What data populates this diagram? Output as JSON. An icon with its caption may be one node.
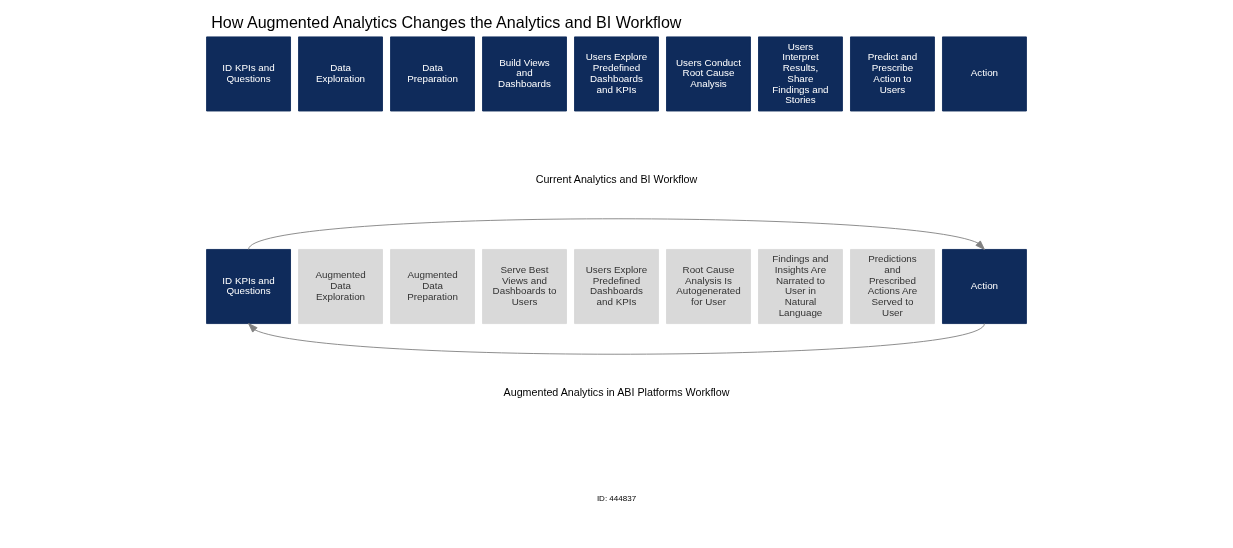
{
  "diagram": {
    "title": "How Augmented Analytics Changes the Analytics and BI Workflow",
    "nodes": [
      {
        "text": [
          "ID KPIs and Questions"
        ]
      },
      {
        "text": [
          "Data Exploration"
        ]
      },
      {
        "text": [
          "Data Preparation"
        ]
      },
      {
        "text": [
          "Build Views and Dashboards"
        ]
      },
      {
        "text": [
          "Users Explore Predefined Dashboards and KPIs"
        ]
      },
      {
        "text": [
          "Users Conduct Root Cause Analysis"
        ]
      },
      {
        "text": [
          "Users Interpret Results, Share Findings and Stories"
        ]
      },
      {
        "text": [
          "Predict and Prescribe Action to Users"
        ]
      },
      {
        "text": [
          "Action"
        ]
      },
      {
        "text": [
          "ID KPIs and Questions"
        ]
      },
      {
        "text": [
          "Augmented Data Exploration"
        ]
      },
      {
        "text": [
          "Augmented Data Preparation"
        ]
      },
      {
        "text": [
          "Serve Best Views and Dashboards to Users"
        ]
      },
      {
        "text": [
          "Users Explore Predefined Dashboards and KPIs"
        ]
      },
      {
        "text": [
          "Root Cause Analysis Is Autogenerated for User"
        ]
      },
      {
        "text": [
          "Findings and Insights Are Narrated to User in Natural Language"
        ]
      },
      {
        "text": [
          "Predictions and Prescribed Actions Are Served to User"
        ]
      },
      {
        "text": [
          "Action"
        ]
      }
    ],
    "edges": [
      {
        "from": 9,
        "to": 17,
        "arrow": "to"
      },
      {
        "from": 17,
        "to": 9,
        "arrow": "to"
      }
    ],
    "labels": [
      "Current Analytics and BI Workflow",
      "Augmented Analytics in ABI Platforms Workflow",
      "ID: 444837"
    ]
  }
}
